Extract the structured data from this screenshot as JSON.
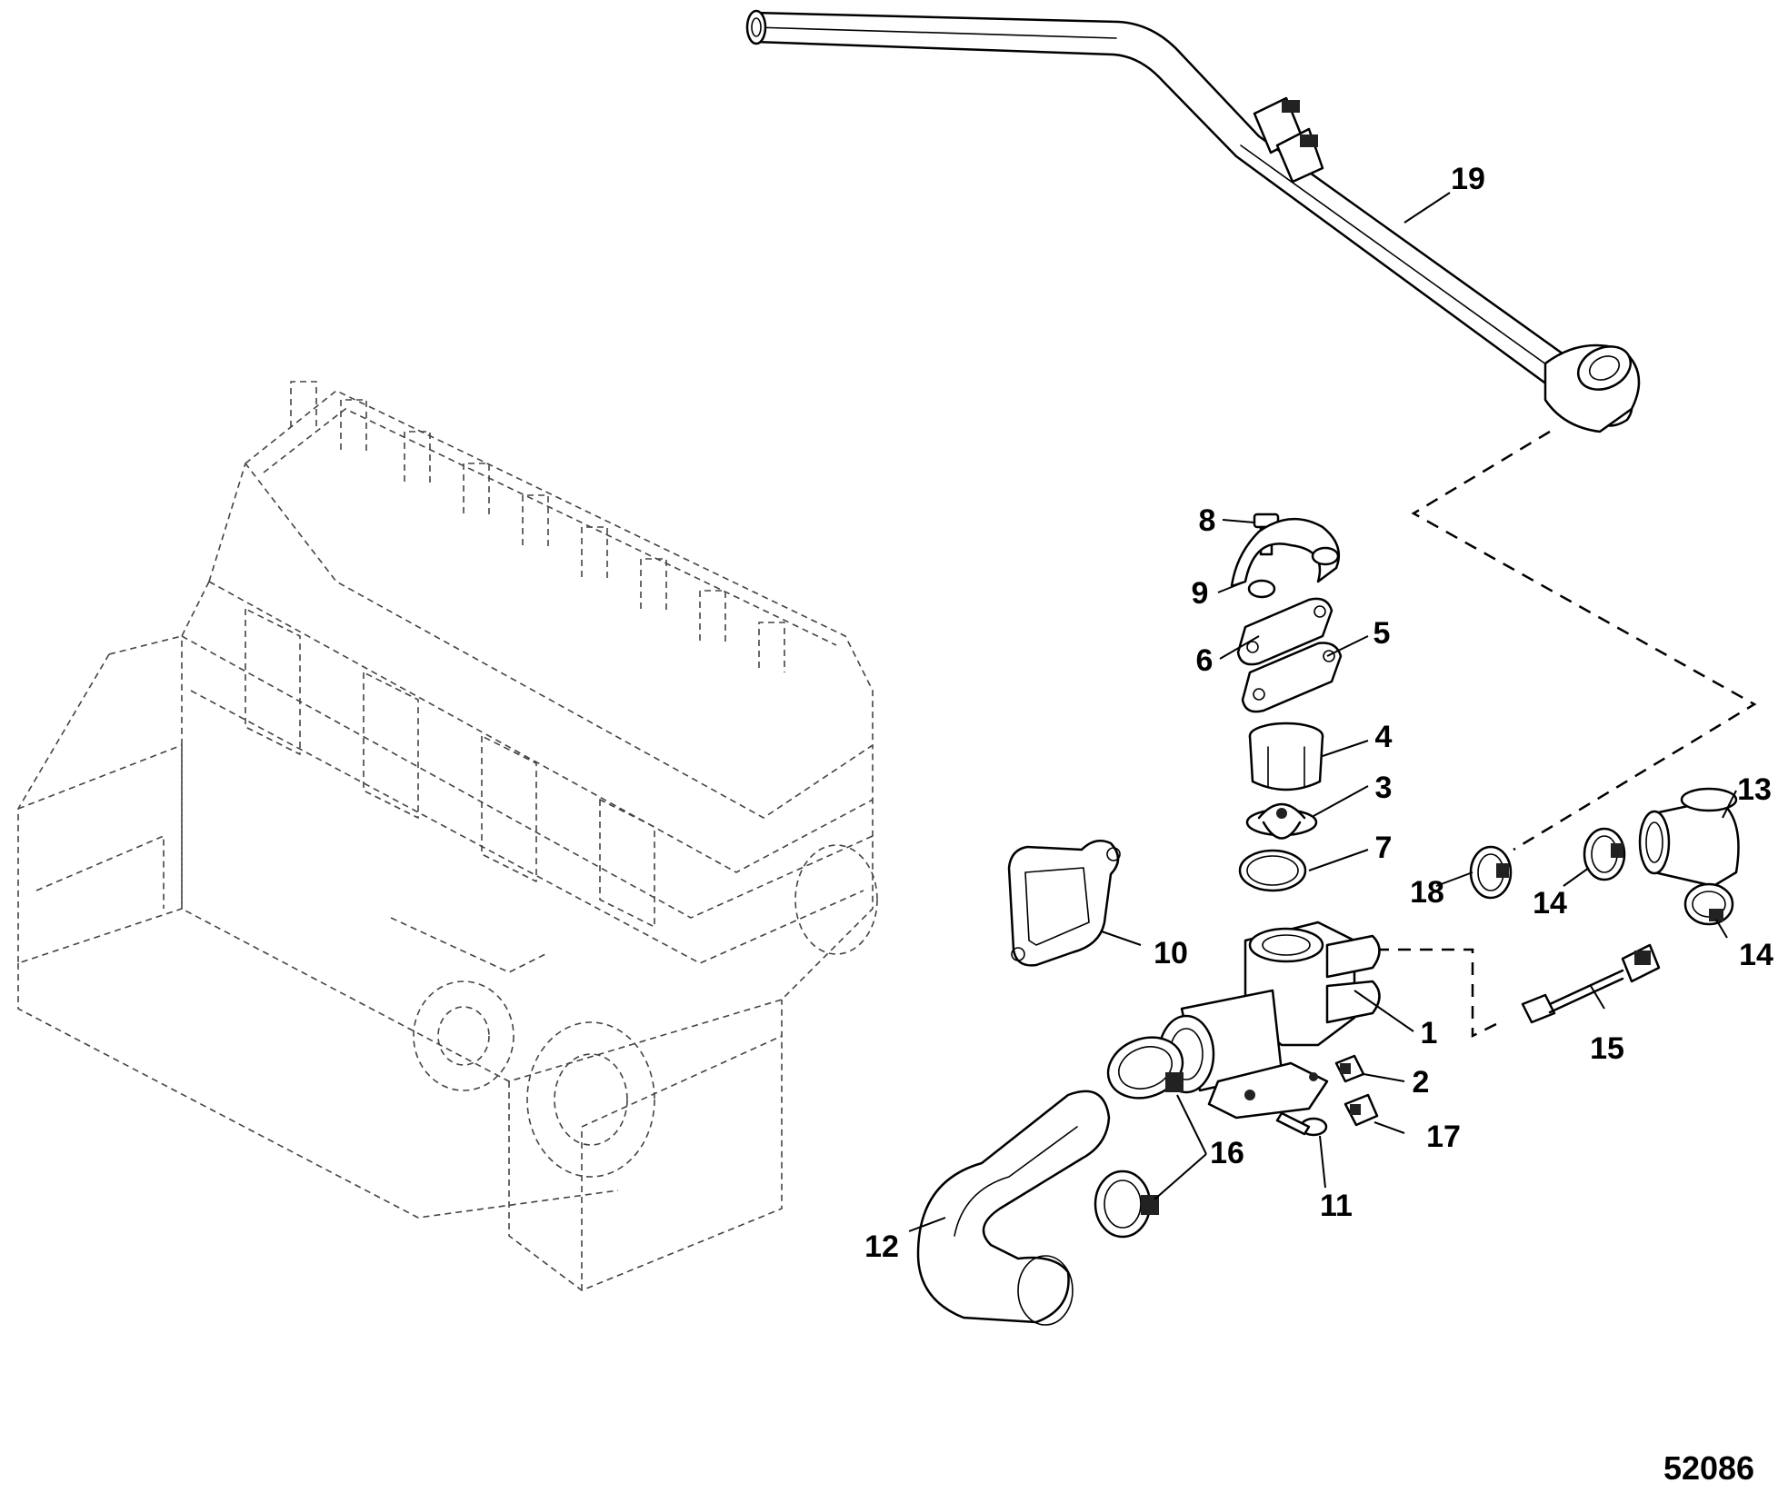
{
  "figure_id": "52086",
  "callouts": [
    {
      "id": "c1",
      "label": "1"
    },
    {
      "id": "c2",
      "label": "2"
    },
    {
      "id": "c3",
      "label": "3"
    },
    {
      "id": "c4",
      "label": "4"
    },
    {
      "id": "c5",
      "label": "5"
    },
    {
      "id": "c6",
      "label": "6"
    },
    {
      "id": "c7",
      "label": "7"
    },
    {
      "id": "c8",
      "label": "8"
    },
    {
      "id": "c9",
      "label": "9"
    },
    {
      "id": "c10",
      "label": "10"
    },
    {
      "id": "c11",
      "label": "11"
    },
    {
      "id": "c12",
      "label": "12"
    },
    {
      "id": "c13",
      "label": "13"
    },
    {
      "id": "c14a",
      "label": "14"
    },
    {
      "id": "c14b",
      "label": "14"
    },
    {
      "id": "c15",
      "label": "15"
    },
    {
      "id": "c16",
      "label": "16"
    },
    {
      "id": "c17",
      "label": "17"
    },
    {
      "id": "c18",
      "label": "18"
    },
    {
      "id": "c19",
      "label": "19"
    }
  ]
}
